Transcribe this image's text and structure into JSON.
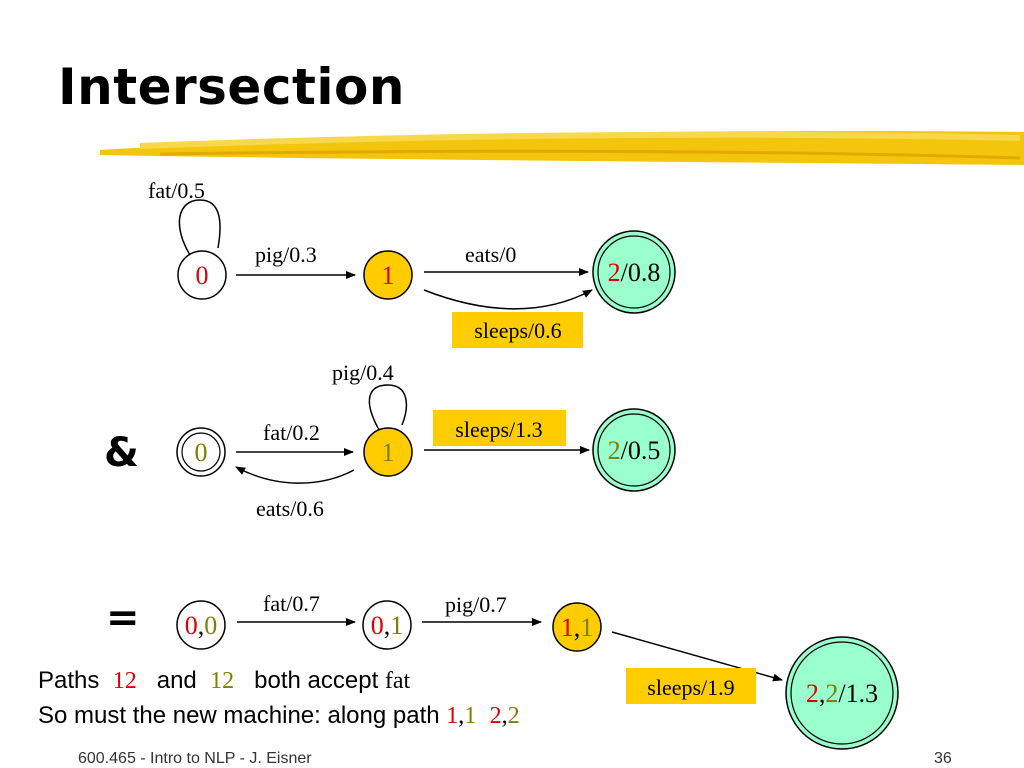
{
  "title": "Intersection",
  "colors": {
    "red": "#e00000",
    "olive": "#808000",
    "yellow_state": "#ffcc00",
    "green_state": "#99ffcc",
    "highlight": "#ffcc00",
    "brush": "#f2c200"
  },
  "machine1": {
    "states": {
      "s0": "0",
      "s1": "1",
      "s2_num": "2",
      "s2_weight": "/0.8"
    },
    "arcs": {
      "loop0": "fat/0.5",
      "s0_s1": "pig/0.3",
      "s1_s2_a": "eats/0",
      "s1_s2_b": "sleeps/0.6"
    }
  },
  "operator_and": "&",
  "machine2": {
    "states": {
      "s0": "0",
      "s1": "1",
      "s2_num": "2",
      "s2_weight": "/0.5"
    },
    "arcs": {
      "loop1": "pig/0.4",
      "s0_s1": "fat/0.2",
      "s1_s0": "eats/0.6",
      "s1_s2": "sleeps/1.3"
    }
  },
  "operator_eq": "=",
  "result": {
    "states": {
      "s00_a": "0",
      "s00_comma": ",",
      "s00_b": "0",
      "s01_a": "0",
      "s01_comma": ",",
      "s01_b": "1",
      "s11_a": "1",
      "s11_comma": ",",
      "s11_b": "1",
      "s22_a": "2",
      "s22_comma": ",",
      "s22_b": "2",
      "s22_weight": "/1.3"
    },
    "arcs": {
      "a1": "fat/0.7",
      "a2": "pig/0.7",
      "a3": "sleeps/1.9"
    }
  },
  "text": {
    "line1_paths": "Paths",
    "line1_p1": "12",
    "line1_and": "and",
    "line1_p2": "12",
    "line1_both": "both accept",
    "line1_fat": "fat",
    "line2_so": "So must the new machine: along path",
    "line2_a1": "1",
    "line2_c1": ",",
    "line2_b1": "1",
    "line2_a2": "2",
    "line2_c2": ",",
    "line2_b2": "2"
  },
  "footer": {
    "left": "600.465 - Intro to NLP - J. Eisner",
    "page": "36"
  }
}
